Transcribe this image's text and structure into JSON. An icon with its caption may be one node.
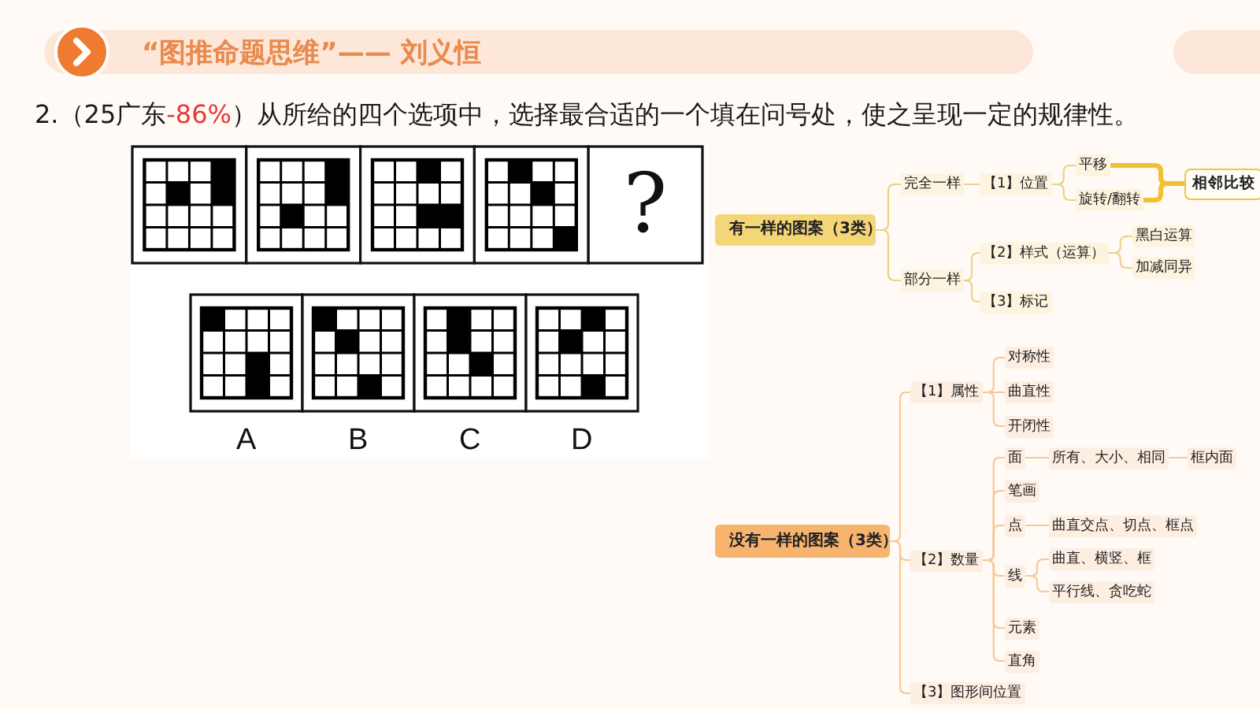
{
  "diagram": {
    "title": "“图推命题思维”—— 刘义恒",
    "nodes": [
      {
        "text": [
          "有一样的图案（3类）"
        ]
      },
      {
        "text": [
          "完全一样"
        ]
      },
      {
        "text": [
          "【1】位置"
        ]
      },
      {
        "text": [
          "平移"
        ]
      },
      {
        "text": [
          "旋转/翻转"
        ]
      },
      {
        "text": [
          "相邻比较"
        ]
      },
      {
        "text": [
          "部分一样"
        ]
      },
      {
        "text": [
          "【2】样式（运算）"
        ]
      },
      {
        "text": [
          "黑白运算"
        ]
      },
      {
        "text": [
          "加减同异"
        ]
      },
      {
        "text": [
          "【3】标记"
        ]
      },
      {
        "text": [
          "没有一样的图案（3类）"
        ]
      },
      {
        "text": [
          "【1】属性"
        ]
      },
      {
        "text": [
          "对称性"
        ]
      },
      {
        "text": [
          "曲直性"
        ]
      },
      {
        "text": [
          "开闭性"
        ]
      },
      {
        "text": [
          "【2】数量"
        ]
      },
      {
        "text": [
          "面"
        ]
      },
      {
        "text": [
          "所有、大小、相同"
        ]
      },
      {
        "text": [
          "框内面"
        ]
      },
      {
        "text": [
          "笔画"
        ]
      },
      {
        "text": [
          "点"
        ]
      },
      {
        "text": [
          "曲直交点、切点、框点"
        ]
      },
      {
        "text": [
          "线"
        ]
      },
      {
        "text": [
          "曲直、横竖、框"
        ]
      },
      {
        "text": [
          "平行线、贪吃蛇"
        ]
      },
      {
        "text": [
          "元素"
        ]
      },
      {
        "text": [
          "直角"
        ]
      },
      {
        "text": [
          "【3】图形间位置"
        ]
      }
    ],
    "edges": [
      {
        "from": 0,
        "to": 1,
        "arrow": "none",
        "color": "#edd188"
      },
      {
        "from": 1,
        "to": 2,
        "arrow": "none",
        "color": "#edd188"
      },
      {
        "from": 2,
        "to": 3,
        "arrow": "none",
        "color": "#edd188"
      },
      {
        "from": 2,
        "to": 4,
        "arrow": "none",
        "color": "#edd188"
      },
      {
        "from": 3,
        "to": 5,
        "arrow": "none",
        "style": "thick",
        "color": "#f0c232"
      },
      {
        "from": 4,
        "to": 5,
        "arrow": "none",
        "style": "thick",
        "color": "#f0c232"
      },
      {
        "from": 0,
        "to": 6,
        "arrow": "none",
        "color": "#edd188"
      },
      {
        "from": 6,
        "to": 7,
        "arrow": "none",
        "color": "#edd188"
      },
      {
        "from": 6,
        "to": 10,
        "arrow": "none",
        "color": "#edd188"
      },
      {
        "from": 7,
        "to": 8,
        "arrow": "none",
        "color": "#edd188"
      },
      {
        "from": 7,
        "to": 9,
        "arrow": "none",
        "color": "#edd188"
      },
      {
        "from": 11,
        "to": 12,
        "arrow": "none"
      },
      {
        "from": 12,
        "to": 13,
        "arrow": "none"
      },
      {
        "from": 12,
        "to": 14,
        "arrow": "none"
      },
      {
        "from": 12,
        "to": 15,
        "arrow": "none"
      },
      {
        "from": 11,
        "to": 16,
        "arrow": "none"
      },
      {
        "from": 16,
        "to": 17,
        "arrow": "none"
      },
      {
        "from": 17,
        "to": 18,
        "arrow": "none"
      },
      {
        "from": 18,
        "to": 19,
        "arrow": "none"
      },
      {
        "from": 16,
        "to": 20,
        "arrow": "none"
      },
      {
        "from": 16,
        "to": 21,
        "arrow": "none"
      },
      {
        "from": 21,
        "to": 22,
        "arrow": "none"
      },
      {
        "from": 16,
        "to": 23,
        "arrow": "none"
      },
      {
        "from": 23,
        "to": 24,
        "arrow": "none"
      },
      {
        "from": 23,
        "to": 25,
        "arrow": "none"
      },
      {
        "from": 16,
        "to": 26,
        "arrow": "none"
      },
      {
        "from": 16,
        "to": 27,
        "arrow": "none"
      },
      {
        "from": 11,
        "to": 28,
        "arrow": "none"
      }
    ],
    "labels": [
      "2.（25广东",
      "-86%",
      "）从所给的四个选项中，选择最合适的一个填在问号处，使之呈现一定的规律性。",
      "?",
      "A",
      "B",
      "C",
      "D"
    ]
  }
}
